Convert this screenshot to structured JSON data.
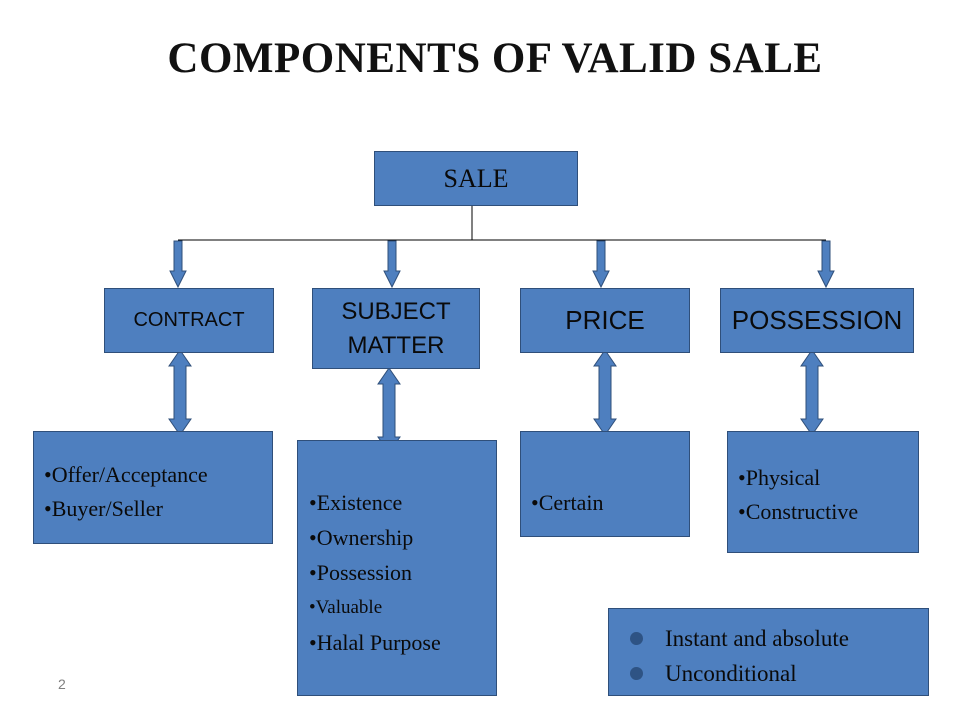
{
  "title": "COMPONENTS OF VALID SALE",
  "root": {
    "label": "SALE"
  },
  "nodes": [
    {
      "label": "CONTRACT",
      "items": [
        "Offer/Acceptance",
        "Buyer/Seller"
      ]
    },
    {
      "label_lines": [
        "SUBJECT",
        "MATTER"
      ],
      "items": [
        "Existence",
        "Ownership",
        "Possession",
        "Valuable",
        "Halal Purpose"
      ]
    },
    {
      "label": "PRICE",
      "items": [
        "Certain"
      ]
    },
    {
      "label": "POSSESSION",
      "items": [
        "Physical",
        "Constructive"
      ]
    }
  ],
  "notes": [
    "Instant and absolute",
    "Unconditional"
  ],
  "page_number": "2",
  "colors": {
    "box_fill": "#4e7fbf",
    "box_border": "#2f4f7a",
    "arrow_fill": "#4e7fbf",
    "bullet_dot": "#2e5384"
  }
}
